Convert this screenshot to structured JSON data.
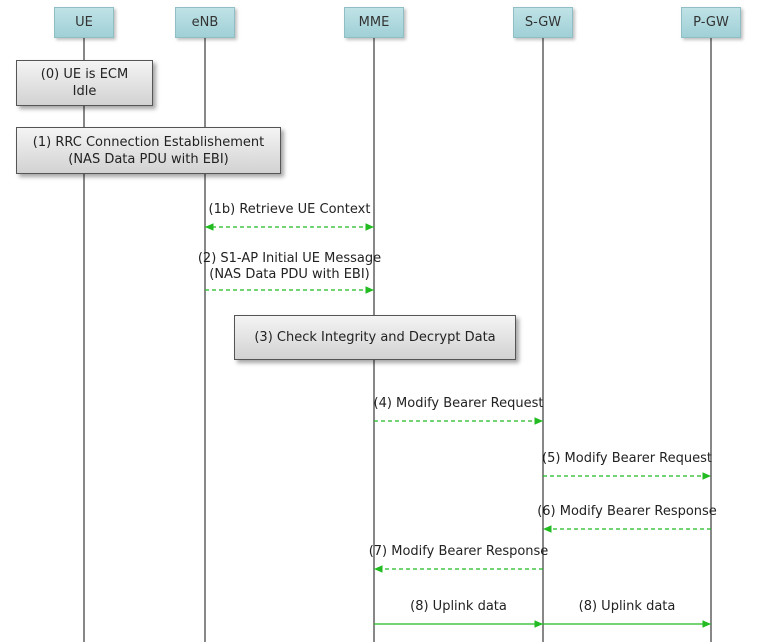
{
  "entities": [
    {
      "id": "ue",
      "label": "UE"
    },
    {
      "id": "enb",
      "label": "eNB"
    },
    {
      "id": "mme",
      "label": "MME"
    },
    {
      "id": "sgw",
      "label": "S-GW"
    },
    {
      "id": "pgw",
      "label": "P-GW"
    }
  ],
  "notes": [
    {
      "lines": [
        "(0) UE is ECM",
        "Idle"
      ]
    },
    {
      "lines": [
        "(1) RRC Connection Establishement",
        "(NAS Data PDU with EBI)"
      ]
    },
    {
      "lines": [
        "(3) Check Integrity and Decrypt Data"
      ]
    }
  ],
  "messages": [
    {
      "from": "enb",
      "to": "mme",
      "style": "dashed",
      "bidirectional": true,
      "lines": [
        "(1b) Retrieve UE Context"
      ]
    },
    {
      "from": "enb",
      "to": "mme",
      "style": "dashed",
      "bidirectional": false,
      "lines": [
        "(2) S1-AP Initial UE Message",
        "(NAS Data PDU with EBI)"
      ]
    },
    {
      "from": "mme",
      "to": "sgw",
      "style": "dashed",
      "bidirectional": false,
      "lines": [
        "(4) Modify Bearer Request"
      ]
    },
    {
      "from": "sgw",
      "to": "pgw",
      "style": "dashed",
      "bidirectional": false,
      "lines": [
        "(5) Modify Bearer Request"
      ]
    },
    {
      "from": "pgw",
      "to": "sgw",
      "style": "dashed",
      "bidirectional": false,
      "lines": [
        "(6) Modify Bearer Response"
      ]
    },
    {
      "from": "sgw",
      "to": "mme",
      "style": "dashed",
      "bidirectional": false,
      "lines": [
        "(7) Modify Bearer Response"
      ]
    },
    {
      "from": "mme",
      "to": "sgw",
      "style": "solid",
      "bidirectional": false,
      "lines": [
        "(8) Uplink data"
      ]
    },
    {
      "from": "sgw",
      "to": "pgw",
      "style": "solid",
      "bidirectional": false,
      "lines": [
        "(8) Uplink data"
      ]
    }
  ],
  "colors": {
    "arrow": "#22bb22",
    "lifeline": "#111111",
    "entity_fill": "#a9d7dc",
    "note_fill": "#e3e3e3"
  }
}
